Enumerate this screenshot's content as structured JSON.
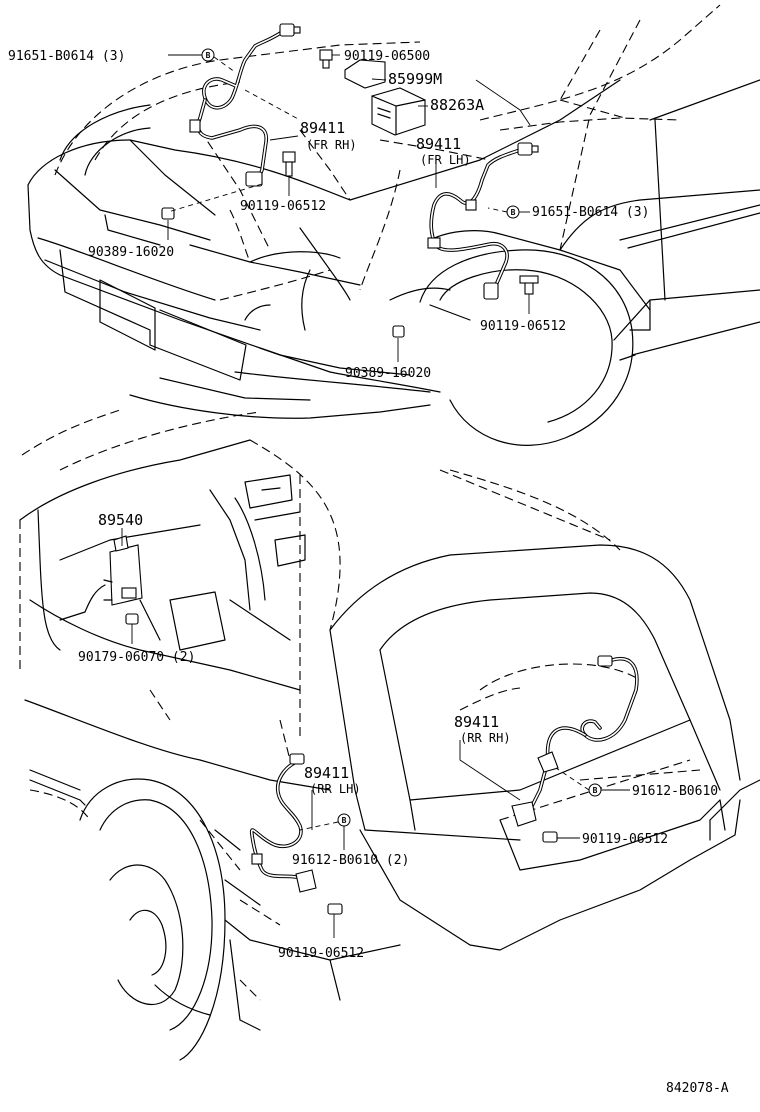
{
  "figure_id": "842078-A",
  "markers": {
    "b_badge": "B"
  },
  "labels": {
    "part_91651_top_left": "91651-B0614 (3)",
    "part_90119_06500": "90119-06500",
    "part_85999M": "85999M",
    "part_88263A": "88263A",
    "part_89411_fr_rh": "89411",
    "part_89411_fr_rh_sub": "(FR RH)",
    "part_89411_fr_lh": "89411",
    "part_89411_fr_lh_sub": "(FR LH)",
    "part_90119_06512_front_left": "90119-06512",
    "part_91651_right": "91651-B0614 (3)",
    "part_90389_left": "90389-16020",
    "part_90119_06512_front_right": "90119-06512",
    "part_90389_center": "90389-16020",
    "part_89540": "89540",
    "part_90179": "90179-06070 (2)",
    "part_89411_rr_rh": "89411",
    "part_89411_rr_rh_sub": "(RR RH)",
    "part_91612_right": "91612-B0610",
    "part_89411_rr_lh": "89411",
    "part_89411_rr_lh_sub": "(RR LH)",
    "part_90119_06512_rear_right": "90119-06512",
    "part_91612_left": "91612-B0610 (2)",
    "part_90119_06512_rear_left": "90119-06512"
  }
}
